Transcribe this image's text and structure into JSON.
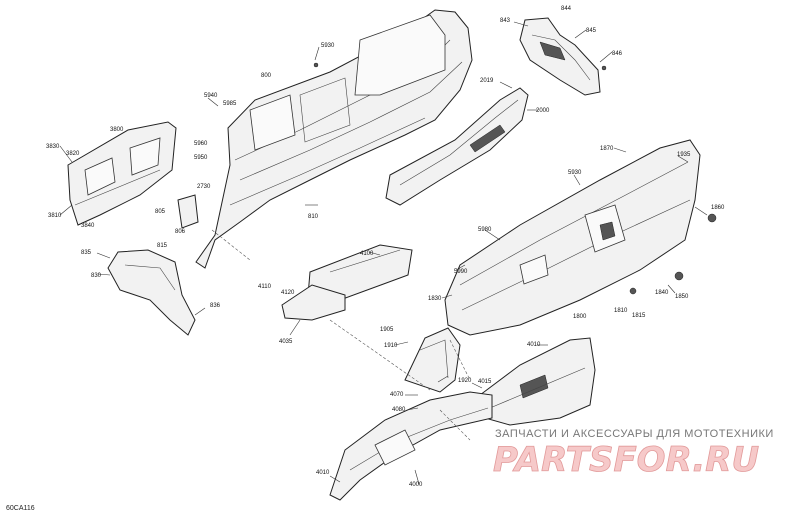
{
  "diagram": {
    "code": "60CA116",
    "labels": [
      "843",
      "844",
      "845",
      "846",
      "5930",
      "800",
      "5940",
      "5985",
      "3800",
      "5960",
      "3830",
      "3820",
      "5950",
      "2730",
      "3810",
      "3840",
      "805",
      "806",
      "810",
      "2019",
      "2000",
      "1870",
      "1935",
      "5930",
      "1860",
      "5980",
      "4100",
      "835",
      "815",
      "830",
      "836",
      "5990",
      "1830",
      "1840",
      "1850",
      "4110",
      "4120",
      "1810",
      "1815",
      "1800",
      "4035",
      "1905",
      "1910",
      "4010",
      "1920",
      "4015",
      "4070",
      "4080",
      "4010",
      "4000"
    ]
  },
  "watermark": {
    "tagline": "ЗАПЧАСТИ И АКСЕССУАРЫ ДЛЯ МОТОТЕХНИКИ",
    "brand": "PARTSFOR.RU"
  }
}
